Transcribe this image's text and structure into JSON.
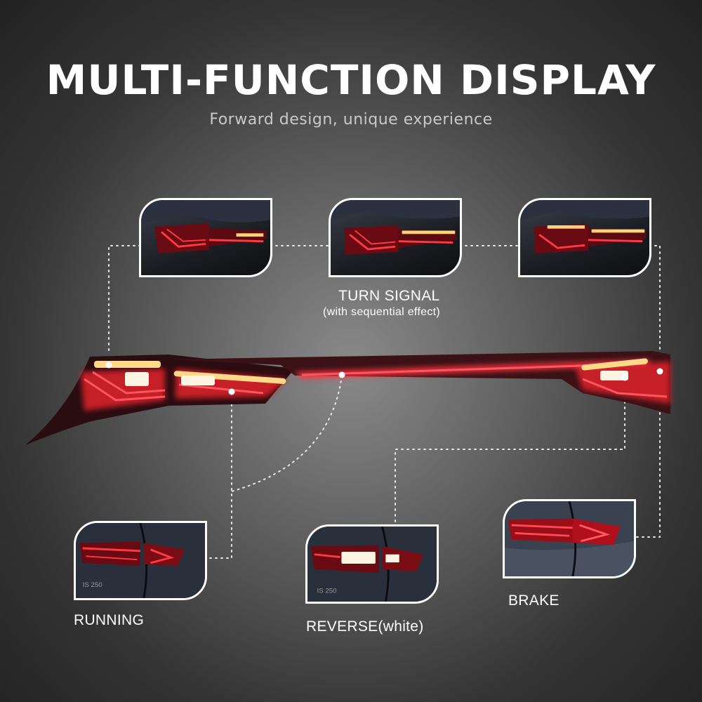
{
  "header": {
    "title": "MULTI-FUNCTION DISPLAY",
    "subtitle": "Forward design, unique experience"
  },
  "labels": {
    "turn_signal": "TURN SIGNAL",
    "turn_signal_note": "(with sequential effect)",
    "running": "RUNNING",
    "reverse": "REVERSE(white)",
    "brake": "BRAKE"
  },
  "badges": {
    "model_badge": "IS 250"
  },
  "colors": {
    "led_red": "#e0202a",
    "led_amber": "#ffd27a",
    "led_white": "#fff7e6",
    "frame": "#ffffff"
  }
}
